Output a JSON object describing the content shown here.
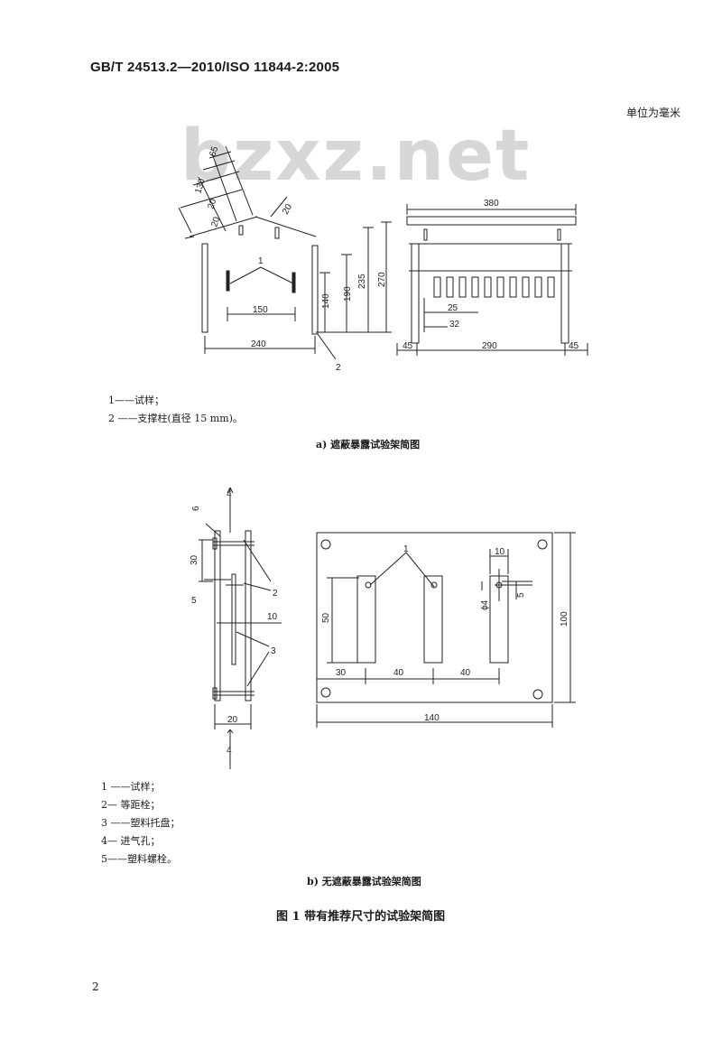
{
  "header": {
    "standard": "GB/T 24513.2—2010/ISO 11844-2:2005"
  },
  "watermark": {
    "text": "bzxz.net"
  },
  "unit_note": "单位为毫米",
  "figure_a": {
    "dims": {
      "d65": "65",
      "d130": "130",
      "d20a": "20",
      "d20b": "20",
      "d20c": "20",
      "d380": "380",
      "d150": "150",
      "d240": "240",
      "d140": "140",
      "d190": "190",
      "d235": "235",
      "d270": "270",
      "d25": "25",
      "d32": "32",
      "d45l": "45",
      "d290": "290",
      "d45r": "45"
    },
    "labels": {
      "l1": "1",
      "l2": "2"
    },
    "legend": [
      "1——试样；",
      "2 ——支撑柱(直径 15 mm)。"
    ],
    "caption": "a)  遮蔽暴露试验架简图"
  },
  "figure_b": {
    "dims": {
      "d30side": "30",
      "d10side": "10",
      "d20side": "20",
      "d10top": "10",
      "d50": "50",
      "d100": "100",
      "d140": "140",
      "d30": "30",
      "d40a": "40",
      "d40b": "40",
      "phi4": "ϕ4",
      "d5": "5"
    },
    "labels": {
      "l4top": "4",
      "l4bot": "4",
      "l6": "6",
      "l5": "5",
      "l2": "2",
      "l3": "3",
      "l1": "1"
    },
    "legend": [
      "1 ——试样；",
      "2— 等距栓；",
      "3 ——塑料托盘；",
      "4— 进气孔；",
      "5——塑料螺栓。"
    ],
    "caption": "b)  无遮蔽暴露试验架简图"
  },
  "figure_title": "图 1  带有推荐尺寸的试验架简图",
  "page_number": "2"
}
